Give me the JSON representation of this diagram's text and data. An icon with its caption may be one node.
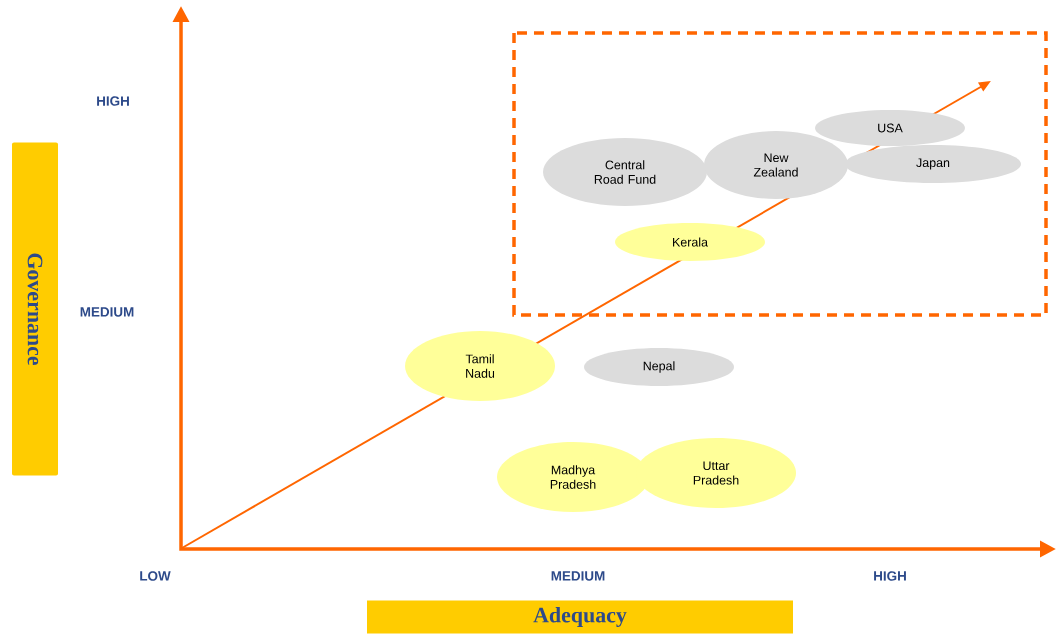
{
  "diagram": {
    "nodes": [
      {
        "text": [
          "Governance"
        ]
      },
      {
        "text": [
          "USA"
        ]
      },
      {
        "text": [
          "Central Road Fund"
        ]
      },
      {
        "text": [
          "New Zealand"
        ]
      },
      {
        "text": [
          "Japan"
        ]
      },
      {
        "text": [
          "Kerala"
        ]
      },
      {
        "text": [
          "Tamil Nadu"
        ]
      },
      {
        "text": [
          "Nepal"
        ]
      },
      {
        "text": [
          "Uttar Pradesh"
        ]
      },
      {
        "text": [
          "Madhya Pradesh"
        ]
      },
      {
        "text": [
          "Adequacy"
        ]
      }
    ],
    "labels": [
      "HIGH",
      "MEDIUM",
      "LOW",
      "MEDIUM",
      "HIGH"
    ]
  }
}
